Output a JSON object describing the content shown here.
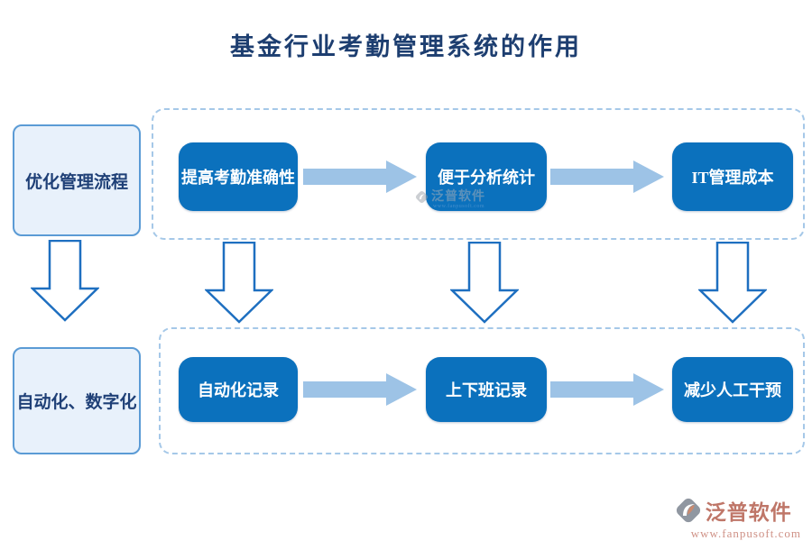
{
  "title": "基金行业考勤管理系统的作用",
  "left_column": {
    "stage1": "优化管理流程",
    "stage2": "自动化、数字化"
  },
  "top_group": {
    "items": [
      "提高考勤准确性",
      "便于分析统计",
      "IT管理成本"
    ]
  },
  "bottom_group": {
    "items": [
      "自动化记录",
      "上下班记录",
      "减少人工干预"
    ]
  },
  "watermark": {
    "brand": "泛普软件",
    "url": "www.fanpusoft.com"
  },
  "colors": {
    "node_blue": "#0b71bd",
    "arrow_light_blue": "#9dc3e6",
    "outline_arrow_blue": "#1e6fc0",
    "dashed_border": "#a5c8e8",
    "stage_fill": "#e8f1fb",
    "stage_border": "#5b9bd5",
    "title_text": "#1d3e70",
    "watermark_text": "#bf7668"
  }
}
